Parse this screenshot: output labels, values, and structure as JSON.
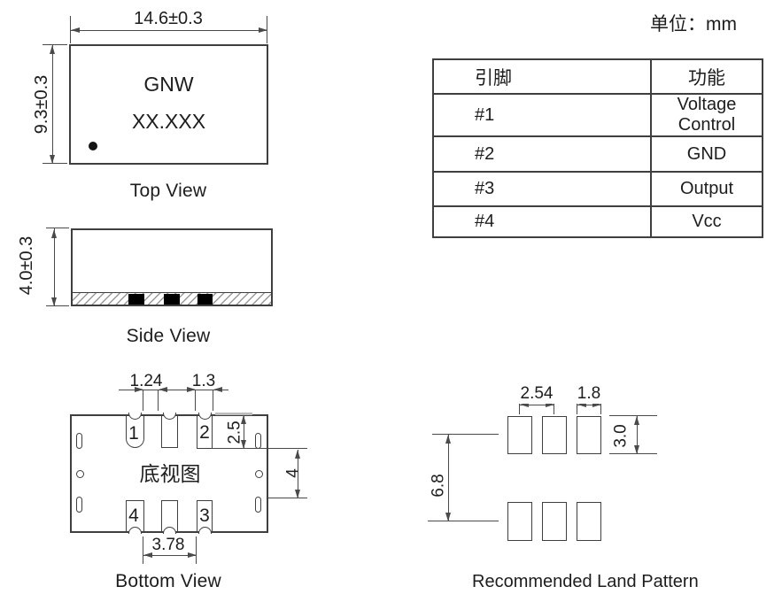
{
  "units_note": "单位：mm",
  "colors": {
    "line": "#3f3f3f",
    "dim": "#4a4a4a",
    "text": "#1d1d1d",
    "pad_fill": "#000000",
    "hatch": "#9a9a9a"
  },
  "top_view": {
    "caption": "Top View",
    "marking_line1": "GNW",
    "marking_line2": "XX.XXX",
    "width_dim": "14.6±0.3",
    "height_dim": "9.3±0.3"
  },
  "side_view": {
    "caption": "Side View",
    "height_dim": "4.0±0.3"
  },
  "pin_table": {
    "headers": [
      "引脚",
      "功能"
    ],
    "rows": [
      [
        "#1",
        "Voltage Control"
      ],
      [
        "#2",
        "GND"
      ],
      [
        "#3",
        "Output"
      ],
      [
        "#4",
        "Vcc"
      ]
    ]
  },
  "bottom_view": {
    "caption": "Bottom View",
    "center_label": "底视图",
    "pads": {
      "top_left": "1",
      "top_right": "2",
      "bottom_left": "4",
      "bottom_right": "3"
    },
    "dims": {
      "top_gap": "1.24",
      "pad_width": "1.3",
      "pad_depth": "2.5",
      "row_gap": "4",
      "bottom_gap": "3.78"
    }
  },
  "land_pattern": {
    "caption": "Recommended Land Pattern",
    "dims": {
      "pad_pitch": "2.54",
      "pad_width": "1.8",
      "pad_height": "3.0",
      "row_pitch": "6.8"
    }
  }
}
